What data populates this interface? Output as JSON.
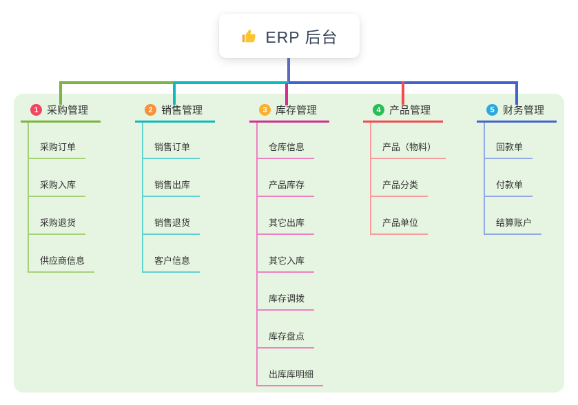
{
  "root": {
    "label": "ERP 后台",
    "icon": "thumbs-up-icon"
  },
  "connector": {
    "root_color": "#5b6abf"
  },
  "canvas": {
    "bg": "#ffffff",
    "panel_bg": "#e6f5e1",
    "text_color": "#333333"
  },
  "branches": [
    {
      "badge": "1",
      "label": "采购管理",
      "colors": {
        "badge": "#f3455f",
        "main": "#7cb342",
        "line": "#a5d178"
      },
      "children": [
        "采购订单",
        "采购入库",
        "采购退货",
        "供应商信息"
      ]
    },
    {
      "badge": "2",
      "label": "销售管理",
      "colors": {
        "badge": "#f88f3a",
        "main": "#10b9bb",
        "line": "#62d0cf"
      },
      "children": [
        "销售订单",
        "销售出库",
        "销售退货",
        "客户信息"
      ]
    },
    {
      "badge": "3",
      "label": "库存管理",
      "colors": {
        "badge": "#fcaf2c",
        "main": "#d42e90",
        "line": "#ef7fc3"
      },
      "children": [
        "仓库信息",
        "产品库存",
        "其它出库",
        "其它入库",
        "库存调拨",
        "库存盘点",
        "出库库明细"
      ]
    },
    {
      "badge": "4",
      "label": "产品管理",
      "colors": {
        "badge": "#27bf55",
        "main": "#f4494f",
        "line": "#f79b9b"
      },
      "children": [
        "产品（物料）",
        "产品分类",
        "产品单位"
      ]
    },
    {
      "badge": "5",
      "label": "财务管理",
      "colors": {
        "badge": "#2ba9e1",
        "main": "#4263cf",
        "line": "#93a9e6"
      },
      "children": [
        "回款单",
        "付款单",
        "结算账户"
      ]
    }
  ]
}
